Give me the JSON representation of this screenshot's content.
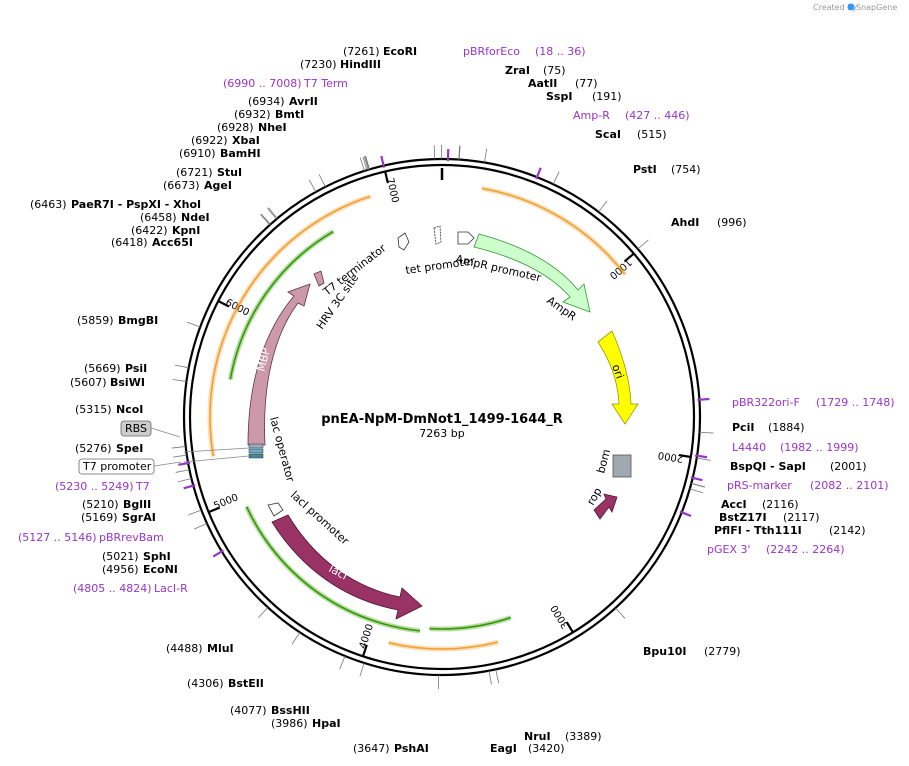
{
  "credit": {
    "text": "Created by",
    "brand": "SnapGene"
  },
  "plasmid": {
    "name": "pnEA-NpM-DmNot1_1499-1644_R",
    "length": "7263 bp",
    "total_bp": 7263
  },
  "ticks": [
    {
      "bp": 1000,
      "label": "1000"
    },
    {
      "bp": 2000,
      "label": "2000"
    },
    {
      "bp": 3000,
      "label": "3000"
    },
    {
      "bp": 4000,
      "label": "4000"
    },
    {
      "bp": 5000,
      "label": "5000"
    },
    {
      "bp": 6000,
      "label": "6000"
    },
    {
      "bp": 7000,
      "label": "7000"
    }
  ],
  "enzymes": [
    {
      "pos": "(7261)",
      "name": "EcoRI",
      "bp": 7261
    },
    {
      "pos": "(7230)",
      "name": "HindIII",
      "bp": 7230
    },
    {
      "pos": "(75)",
      "name": "ZraI",
      "bp": 75
    },
    {
      "pos": "(77)",
      "name": "AatII",
      "bp": 77
    },
    {
      "pos": "(191)",
      "name": "SspI",
      "bp": 191
    },
    {
      "pos": "(515)",
      "name": "ScaI",
      "bp": 515
    },
    {
      "pos": "(754)",
      "name": "PstI",
      "bp": 754
    },
    {
      "pos": "(996)",
      "name": "AhdI",
      "bp": 996
    },
    {
      "pos": "(1884)",
      "name": "PciI",
      "bp": 1884
    },
    {
      "pos": "(2001)",
      "name": "BspQI - SapI",
      "bp": 2001
    },
    {
      "pos": "(2116)",
      "name": "AccI",
      "bp": 2116
    },
    {
      "pos": "(2117)",
      "name": "BstZ17I",
      "bp": 2117
    },
    {
      "pos": "(2142)",
      "name": "PflFI - Tth111I",
      "bp": 2142
    },
    {
      "pos": "(2779)",
      "name": "Bpu10I",
      "bp": 2779
    },
    {
      "pos": "(3389)",
      "name": "NruI",
      "bp": 3389
    },
    {
      "pos": "(3420)",
      "name": "EagI",
      "bp": 3420
    },
    {
      "pos": "(3647)",
      "name": "PshAI",
      "bp": 3647
    },
    {
      "pos": "(3986)",
      "name": "HpaI",
      "bp": 3986
    },
    {
      "pos": "(4077)",
      "name": "BssHII",
      "bp": 4077
    },
    {
      "pos": "(4306)",
      "name": "BstEII",
      "bp": 4306
    },
    {
      "pos": "(4488)",
      "name": "MluI",
      "bp": 4488
    },
    {
      "pos": "(4956)",
      "name": "EcoNI",
      "bp": 4956
    },
    {
      "pos": "(5021)",
      "name": "SphI",
      "bp": 5021
    },
    {
      "pos": "(5169)",
      "name": "SgrAI",
      "bp": 5169
    },
    {
      "pos": "(5210)",
      "name": "BglII",
      "bp": 5210
    },
    {
      "pos": "(5276)",
      "name": "SpeI",
      "bp": 5276
    },
    {
      "pos": "(5315)",
      "name": "NcoI",
      "bp": 5315
    },
    {
      "pos": "(5607)",
      "name": "BsiWI",
      "bp": 5607
    },
    {
      "pos": "(5669)",
      "name": "PsiI",
      "bp": 5669
    },
    {
      "pos": "(5859)",
      "name": "BmgBI",
      "bp": 5859
    },
    {
      "pos": "(6418)",
      "name": "Acc65I",
      "bp": 6418
    },
    {
      "pos": "(6422)",
      "name": "KpnI",
      "bp": 6422
    },
    {
      "pos": "(6458)",
      "name": "NdeI",
      "bp": 6458
    },
    {
      "pos": "(6463)",
      "name": "PaeR7I - PspXI - XhoI",
      "bp": 6463
    },
    {
      "pos": "(6673)",
      "name": "AgeI",
      "bp": 6673
    },
    {
      "pos": "(6721)",
      "name": "StuI",
      "bp": 6721
    },
    {
      "pos": "(6910)",
      "name": "BamHI",
      "bp": 6910
    },
    {
      "pos": "(6922)",
      "name": "XbaI",
      "bp": 6922
    },
    {
      "pos": "(6928)",
      "name": "NheI",
      "bp": 6928
    },
    {
      "pos": "(6932)",
      "name": "BmtI",
      "bp": 6932
    },
    {
      "pos": "(6934)",
      "name": "AvrII",
      "bp": 6934
    }
  ],
  "primers": [
    {
      "name": "pBRforEco",
      "range": "(18 .. 36)",
      "bp": 27
    },
    {
      "name": "Amp-R",
      "range": "(427 .. 446)",
      "bp": 436
    },
    {
      "name": "pBR322ori-F",
      "range": "(1729 .. 1748)",
      "bp": 1738
    },
    {
      "name": "L4440",
      "range": "(1982 .. 1999)",
      "bp": 1990
    },
    {
      "name": "pRS-marker",
      "range": "(2082 .. 2101)",
      "bp": 2091
    },
    {
      "name": "pGEX 3'",
      "range": "(2242 .. 2264)",
      "bp": 2253
    },
    {
      "name": "LacI-R",
      "range": "(4805 .. 4824)",
      "bp": 4814
    },
    {
      "name": "pBRrevBam",
      "range": "(5127 .. 5146)",
      "bp": 5136
    },
    {
      "name": "T7",
      "range": "(5230 .. 5249)",
      "bp": 5240
    },
    {
      "name": "T7 Term",
      "range": "(6990 .. 7008)",
      "bp": 6999
    }
  ],
  "boxed_features": [
    {
      "name": "RBS"
    },
    {
      "name": "T7 promoter"
    }
  ],
  "features": {
    "amp_promoter": "AmpR promoter",
    "ampr": "AmpR",
    "ori": "ori",
    "bom": "bom",
    "rop": "rop",
    "laci": "lacI",
    "laci_promoter": "lacI promoter",
    "lac_operator": "lac operator",
    "mbp": "MBP",
    "hrv": "HRV 3C site",
    "t7_terminator": "T7 terminator",
    "tet_promoter": "tet promoter"
  },
  "colors": {
    "ampr": "#ccffcc",
    "ori": "#ffff00",
    "bom": "#a0a8b0",
    "rop": "#993366",
    "laci": "#993366",
    "mbp": "#cc99aa",
    "primer": "#9933cc",
    "orf_orange": "#f0a030",
    "orf_green": "#339900"
  }
}
